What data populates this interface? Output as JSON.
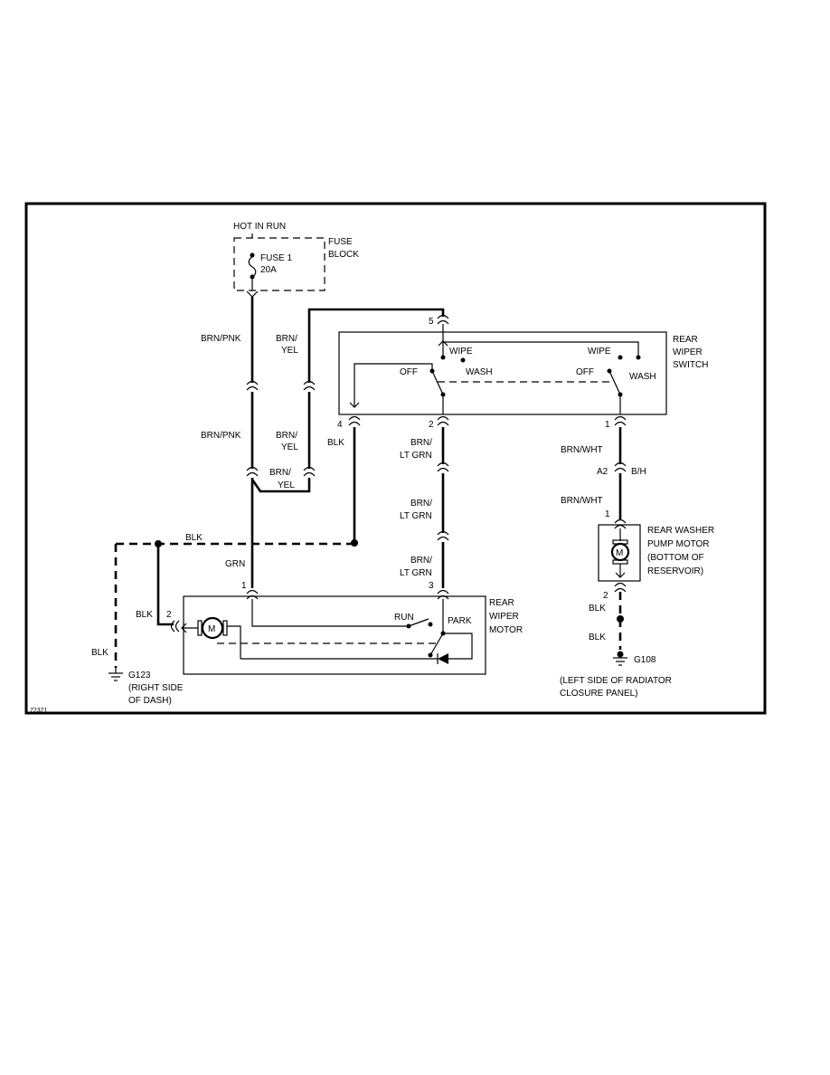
{
  "fuse": {
    "hot_label": "HOT IN RUN",
    "name": "FUSE 1",
    "rating": "20A",
    "block_line1": "FUSE",
    "block_line2": "BLOCK"
  },
  "wires": {
    "brn_pnk_upper": "BRN/PNK",
    "brn_pnk_lower": "BRN/PNK",
    "brn_yel_1a": "BRN/",
    "brn_yel_1b": "YEL",
    "brn_yel_2a": "BRN/",
    "brn_yel_2b": "YEL",
    "brn_yel_3a": "BRN/",
    "brn_yel_3b": "YEL",
    "blk_switch": "BLK",
    "brn_ltgrn_1a": "BRN/",
    "brn_ltgrn_1b": "LT GRN",
    "brn_ltgrn_2a": "BRN/",
    "brn_ltgrn_2b": "LT GRN",
    "brn_ltgrn_3a": "BRN/",
    "brn_ltgrn_3b": "LT GRN",
    "brn_wht_1": "BRN/WHT",
    "brn_wht_2": "BRN/WHT",
    "blk_top": "BLK",
    "grn": "GRN",
    "blk_motor": "BLK",
    "blk_ground_left": "BLK",
    "blk_pump_1": "BLK",
    "blk_pump_2": "BLK"
  },
  "switch": {
    "title_1": "REAR",
    "title_2": "WIPER",
    "title_3": "SWITCH",
    "wipe_left": "WIPE",
    "wash_left": "WASH",
    "off_left": "OFF",
    "wipe_right": "WIPE",
    "wash_right": "WASH",
    "off_right": "OFF",
    "pin_5": "5",
    "pin_4": "4",
    "pin_2": "2",
    "pin_1": "1"
  },
  "connector": {
    "a2": "A2",
    "bh": "B/H"
  },
  "washer_pump": {
    "pin_1": "1",
    "pin_2": "2",
    "motor_symbol": "M",
    "label_1": "REAR WASHER",
    "label_2": "PUMP MOTOR",
    "label_3": "(BOTTOM OF",
    "label_4": "RESERVOIR)"
  },
  "wiper_motor": {
    "pin_1": "1",
    "pin_2": "2",
    "pin_3": "3",
    "motor_symbol": "M",
    "run": "RUN",
    "park": "PARK",
    "title_1": "REAR",
    "title_2": "WIPER",
    "title_3": "MOTOR"
  },
  "grounds": {
    "g123": "G123",
    "g123_desc_1": "(RIGHT SIDE",
    "g123_desc_2": "OF DASH)",
    "g108": "G108",
    "g108_desc_1": "(LEFT SIDE OF RADIATOR",
    "g108_desc_2": "CLOSURE PANEL)"
  },
  "figure_id": "72321"
}
